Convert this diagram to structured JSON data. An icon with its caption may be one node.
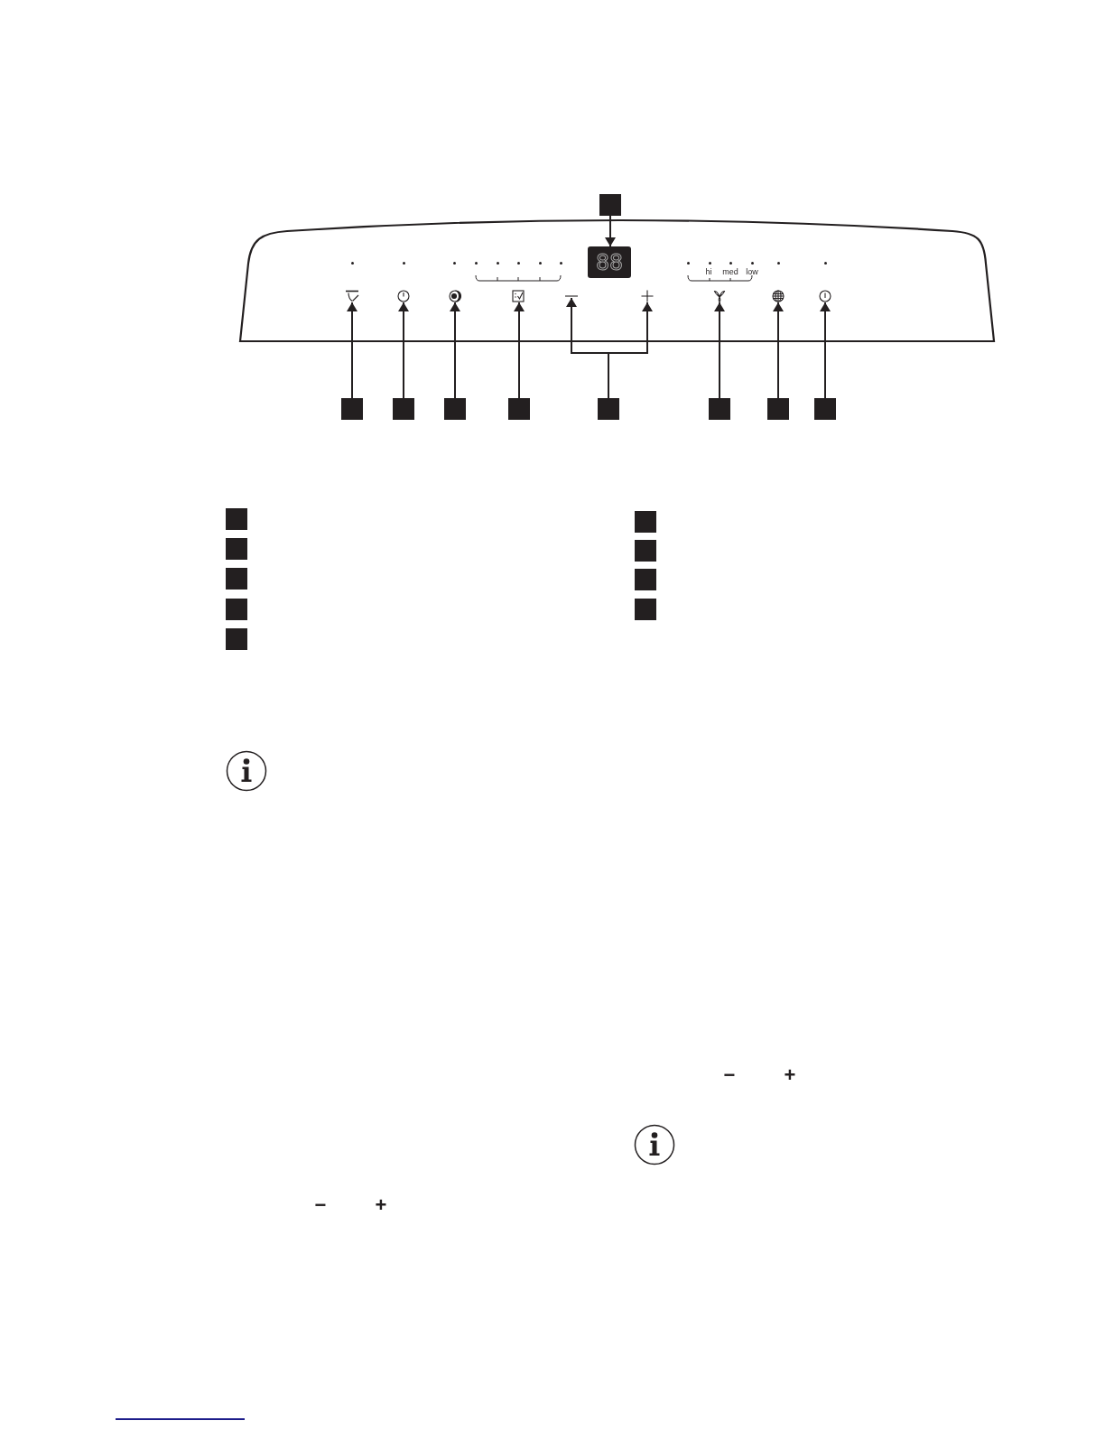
{
  "diagram": {
    "nodes": [
      {
        "text": [],
        "shape": "box"
      },
      {
        "text": [
          "88"
        ]
      },
      {
        "text": [],
        "shape": "picture"
      },
      {
        "text": [],
        "shape": "picture"
      },
      {
        "text": [],
        "shape": "picture"
      },
      {
        "text": [],
        "shape": "picture"
      },
      {
        "text": [],
        "shape": "picture"
      },
      {
        "text": [],
        "shape": "picture"
      },
      {
        "text": [],
        "shape": "picture"
      },
      {
        "text": [],
        "shape": "picture"
      },
      {
        "text": [],
        "shape": "picture"
      },
      {
        "text": [],
        "shape": "box"
      },
      {
        "text": [],
        "shape": "box"
      },
      {
        "text": [],
        "shape": "box"
      },
      {
        "text": [],
        "shape": "box"
      },
      {
        "text": [],
        "shape": "box"
      },
      {
        "text": [],
        "shape": "box"
      },
      {
        "text": [],
        "shape": "box"
      },
      {
        "text": [],
        "shape": "box"
      }
    ],
    "edges": [
      {
        "from": 0,
        "to": 1,
        "arrow": "to"
      },
      {
        "from": 11,
        "to": 2,
        "arrow": "to"
      },
      {
        "from": 12,
        "to": 3,
        "arrow": "to"
      },
      {
        "from": 13,
        "to": 4,
        "arrow": "to"
      },
      {
        "from": 14,
        "to": 5,
        "arrow": "to"
      },
      {
        "from": 15,
        "to": 6,
        "arrow": "to"
      },
      {
        "from": 15,
        "to": 7,
        "arrow": "to"
      },
      {
        "from": 16,
        "to": 8,
        "arrow": "to"
      },
      {
        "from": 17,
        "to": 9,
        "arrow": "to"
      },
      {
        "from": 18,
        "to": 10,
        "arrow": "to"
      }
    ],
    "labels": [
      "hi",
      "med",
      "low",
      "−",
      "+",
      "−",
      "+"
    ]
  }
}
